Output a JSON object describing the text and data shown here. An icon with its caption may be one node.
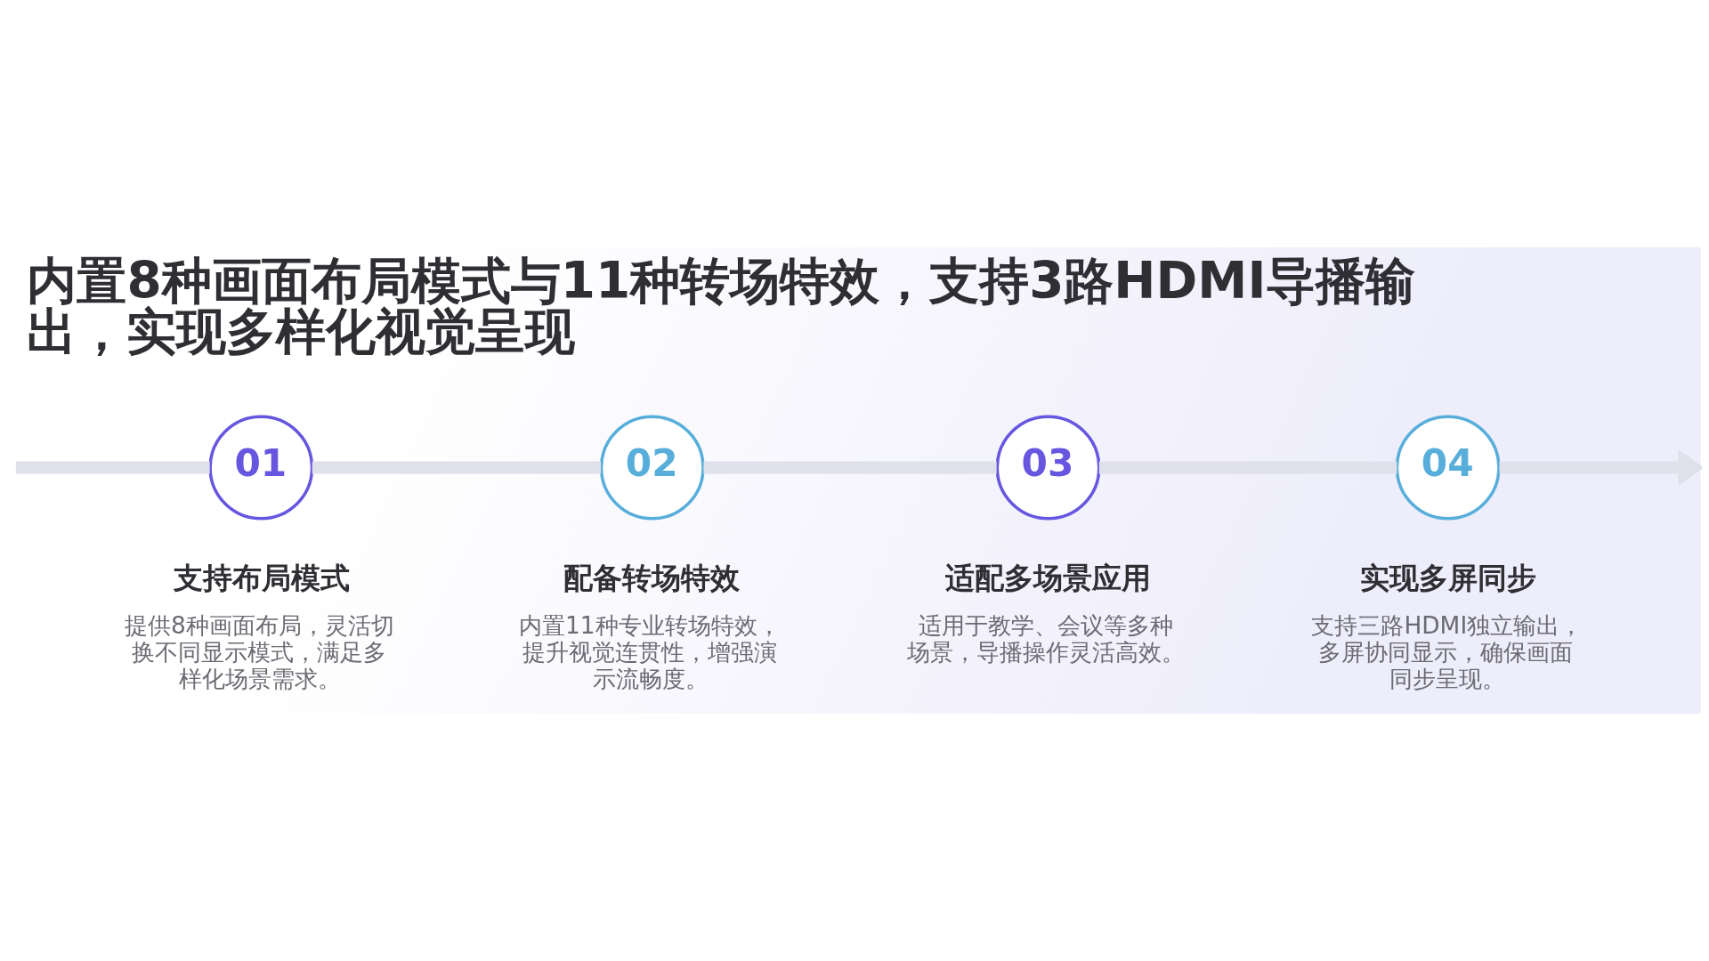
{
  "diagram": {
    "title": "内置8种画面布局模式与11种转场特效，支持3路HDMI导播输出，实现多样化视觉呈现",
    "nodes": [
      {
        "text": [
          "01"
        ],
        "beside": [
          "支持布局模式",
          "提供8种画面布局，灵活切换不同显示模式，满足多样化场景需求。"
        ]
      },
      {
        "text": [
          "02"
        ],
        "beside": [
          "配备转场特效",
          "内置11种专业转场特效，提升视觉连贯性，增强演示流畅度。"
        ]
      },
      {
        "text": [
          "03"
        ],
        "beside": [
          "适配多场景应用",
          "适用于教学、会议等多种场景，导播操作灵活高效。"
        ]
      },
      {
        "text": [
          "04"
        ],
        "beside": [
          "实现多屏同步",
          "支持三路HDMI独立输出，多屏协同显示，确保画面同步呈现。"
        ]
      }
    ],
    "edges": [
      {
        "from": null,
        "to": 0,
        "arrow": "none"
      },
      {
        "from": 0,
        "to": 1,
        "arrow": "none"
      },
      {
        "from": 1,
        "to": 2,
        "arrow": "none"
      },
      {
        "from": 2,
        "to": 3,
        "arrow": "none"
      },
      {
        "from": 3,
        "to": null,
        "arrow": "to"
      }
    ]
  }
}
